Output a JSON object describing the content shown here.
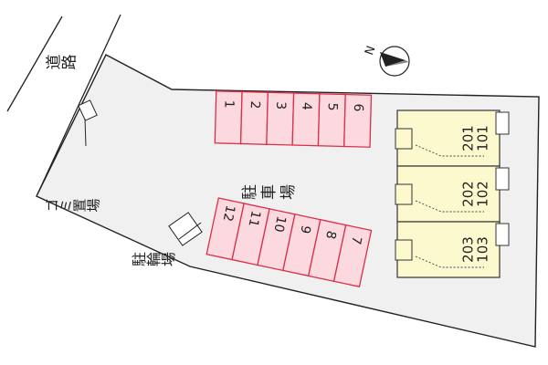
{
  "road_label": "道路",
  "parking_label": "駐車場",
  "bicycle_parking_label": "駐輪場",
  "garbage_label": "ゴミ置場",
  "compass_letter": "N",
  "parking_top": [
    "1",
    "2",
    "3",
    "4",
    "5",
    "6"
  ],
  "parking_bottom": [
    "12",
    "11",
    "10",
    "9",
    "8",
    "7"
  ],
  "units": [
    {
      "upper": "201",
      "lower": "101"
    },
    {
      "upper": "202",
      "lower": "102"
    },
    {
      "upper": "203",
      "lower": "103"
    }
  ],
  "colors": {
    "lot_fill": "#f0f0f0",
    "lot_stroke": "#222222",
    "parking_fill": "#fcd9de",
    "parking_stroke": "#d8304a",
    "building_fill": "#fdf9cf",
    "building_stroke": "#333333"
  }
}
